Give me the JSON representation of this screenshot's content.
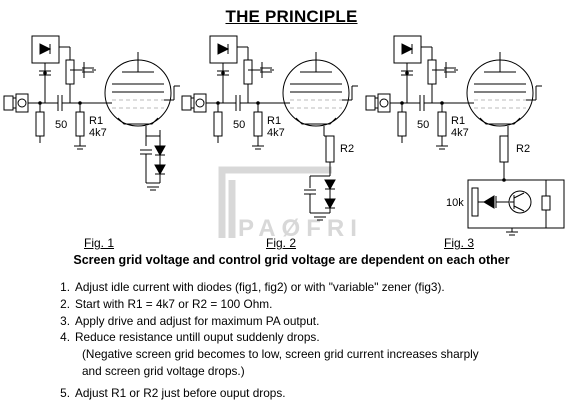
{
  "title": "THE PRINCIPLE",
  "watermark": "PAØFRI",
  "figures": [
    {
      "caption": "Fig. 1",
      "labels": {
        "resistor_value": "50",
        "r1_name": "R1",
        "r1_value": "4k7"
      }
    },
    {
      "caption": "Fig. 2",
      "labels": {
        "resistor_value": "50",
        "r1_name": "R1",
        "r1_value": "4k7",
        "r2_name": "R2"
      }
    },
    {
      "caption": "Fig. 3",
      "labels": {
        "resistor_value": "50",
        "r1_name": "R1",
        "r1_value": "4k7",
        "r2_name": "R2",
        "pot_value": "10k"
      }
    }
  ],
  "headline": "Screen grid voltage and control grid voltage are dependent on each other",
  "steps": [
    {
      "number": "1.",
      "text": "Adjust idle current with diodes (fig1, fig2) or with \"variable\" zener (fig3)."
    },
    {
      "number": "2.",
      "text": "Start with R1 = 4k7 or R2 = 100 Ohm."
    },
    {
      "number": "3.",
      "text": "Apply drive and adjust for maximum PA output."
    },
    {
      "number": "4.",
      "text": "Reduce resistance untill ouput suddenly drops.",
      "notes": [
        "(Negative screen grid becomes to low,  screen grid current increases sharply",
        "and screen grid voltage drops.)"
      ]
    },
    {
      "number": "5.",
      "text": "Adjust R1 or R2 just before ouput drops."
    }
  ],
  "colors": {
    "ink": "#000000",
    "tube_grid": "#bbbbbb",
    "watermark": "#d8d8d8",
    "background": "#ffffff"
  }
}
